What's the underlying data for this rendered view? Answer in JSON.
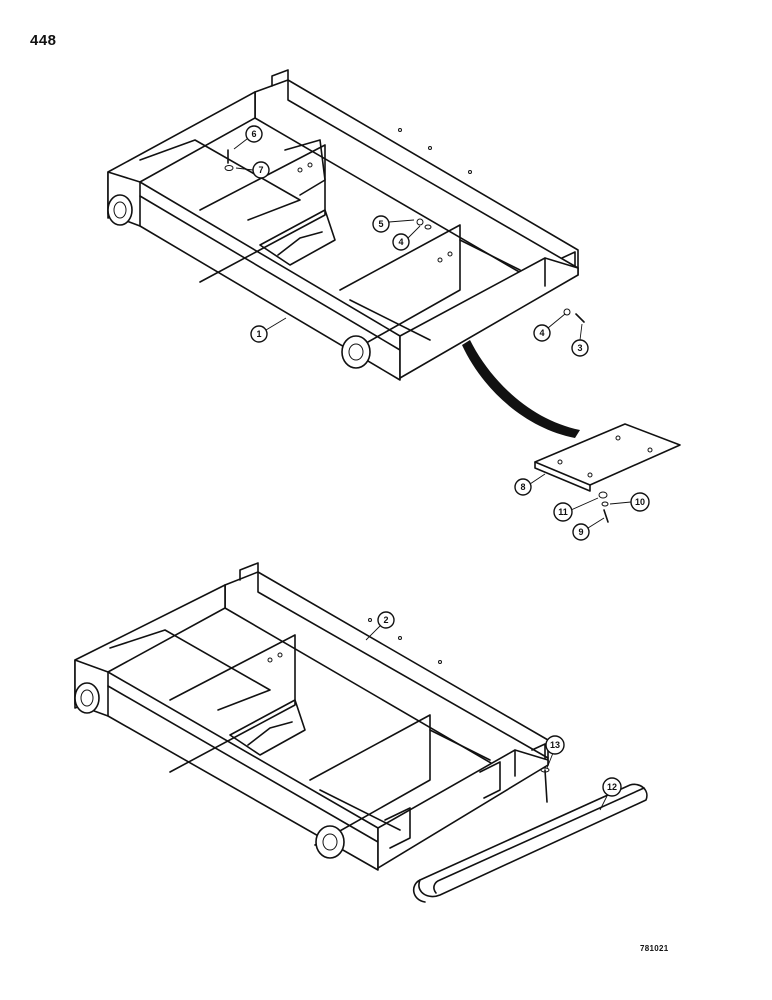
{
  "page": {
    "number": "448",
    "drawing_number": "781021"
  },
  "callouts": [
    "1",
    "2",
    "3",
    "4",
    "4",
    "5",
    "6",
    "7",
    "8",
    "9",
    "10",
    "11",
    "12",
    "13"
  ]
}
